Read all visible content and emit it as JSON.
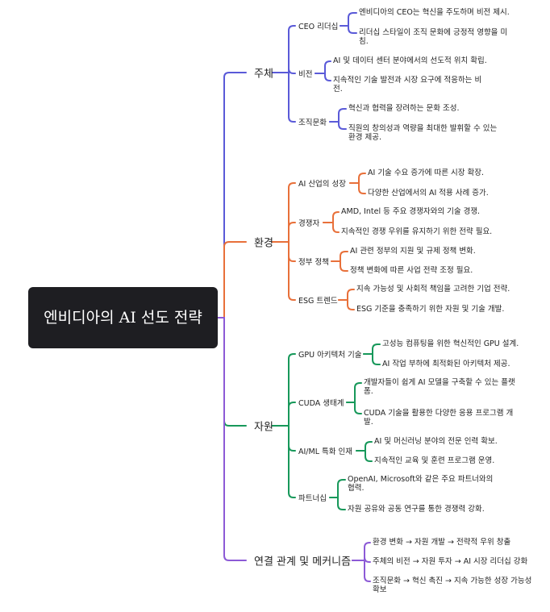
{
  "root": {
    "title": "엔비디아의 AI 선도 전략"
  },
  "branches": [
    {
      "label": "주체",
      "color": "#5a5ad8",
      "children": [
        {
          "label": "CEO 리더십",
          "leaves": [
            "엔비디아의 CEO는 혁신을 주도하며 비전 제시.",
            "리더십 스타일이 조직 문화에 긍정적 영향을 미침."
          ]
        },
        {
          "label": "비전",
          "leaves": [
            "AI 및 데이터 센터 분야에서의 선도적 위치 확립.",
            "지속적인 기술 발전과 시장 요구에 적응하는 비전."
          ]
        },
        {
          "label": "조직문화",
          "leaves": [
            "혁신과 협력을 장려하는 문화 조성.",
            "직원의 창의성과 역량을 최대한 발휘할 수 있는 환경 제공."
          ]
        }
      ]
    },
    {
      "label": "환경",
      "color": "#e8703a",
      "children": [
        {
          "label": "AI 산업의 성장",
          "leaves": [
            "AI 기술 수요 증가에 따른 시장 확장.",
            "다양한 산업에서의 AI 적용 사례 증가."
          ]
        },
        {
          "label": "경쟁자",
          "leaves": [
            "AMD, Intel 등 주요 경쟁자와의 기술 경쟁.",
            "지속적인 경쟁 우위를 유지하기 위한 전략 필요."
          ]
        },
        {
          "label": "정부 정책",
          "leaves": [
            "AI 관련 정부의 지원 및 규제 정책 변화.",
            "정책 변화에 따른 사업 전략 조정 필요."
          ]
        },
        {
          "label": "ESG 트렌드",
          "leaves": [
            "지속 가능성 및 사회적 책임을 고려한 기업 전략.",
            "ESG 기준을 충족하기 위한 자원 및 기술 개발."
          ]
        }
      ]
    },
    {
      "label": "자원",
      "color": "#17985a",
      "children": [
        {
          "label": "GPU 아키텍처 기술",
          "leaves": [
            "고성능 컴퓨팅을 위한 혁신적인 GPU 설계.",
            "AI 작업 부하에 최적화된 아키텍처 제공."
          ]
        },
        {
          "label": "CUDA 생태계",
          "leaves": [
            "개발자들이 쉽게 AI 모델을 구축할 수 있는 플랫폼.",
            "CUDA 기술을 활용한 다양한 응용 프로그램 개발."
          ]
        },
        {
          "label": "AI/ML 특화 인재",
          "leaves": [
            "AI 및 머신러닝 분야의 전문 인력 확보.",
            "지속적인 교육 및 훈련 프로그램 운영."
          ]
        },
        {
          "label": "파트너십",
          "leaves": [
            "OpenAI, Microsoft와 같은 주요 파트너와의 협력.",
            "자원 공유와 공동 연구를 통한 경쟁력 강화."
          ]
        }
      ]
    },
    {
      "label": "연결 관계 및 메커니즘",
      "color": "#8c5ad6",
      "leaves": [
        "환경 변화 → 자원 개발 → 전략적 우위 창출",
        "주체의 비전 → 자원 투자 → AI 시장 리더십 강화",
        "조직문화 → 혁신 촉진 → 지속 가능한 성장 가능성 확보"
      ]
    }
  ]
}
